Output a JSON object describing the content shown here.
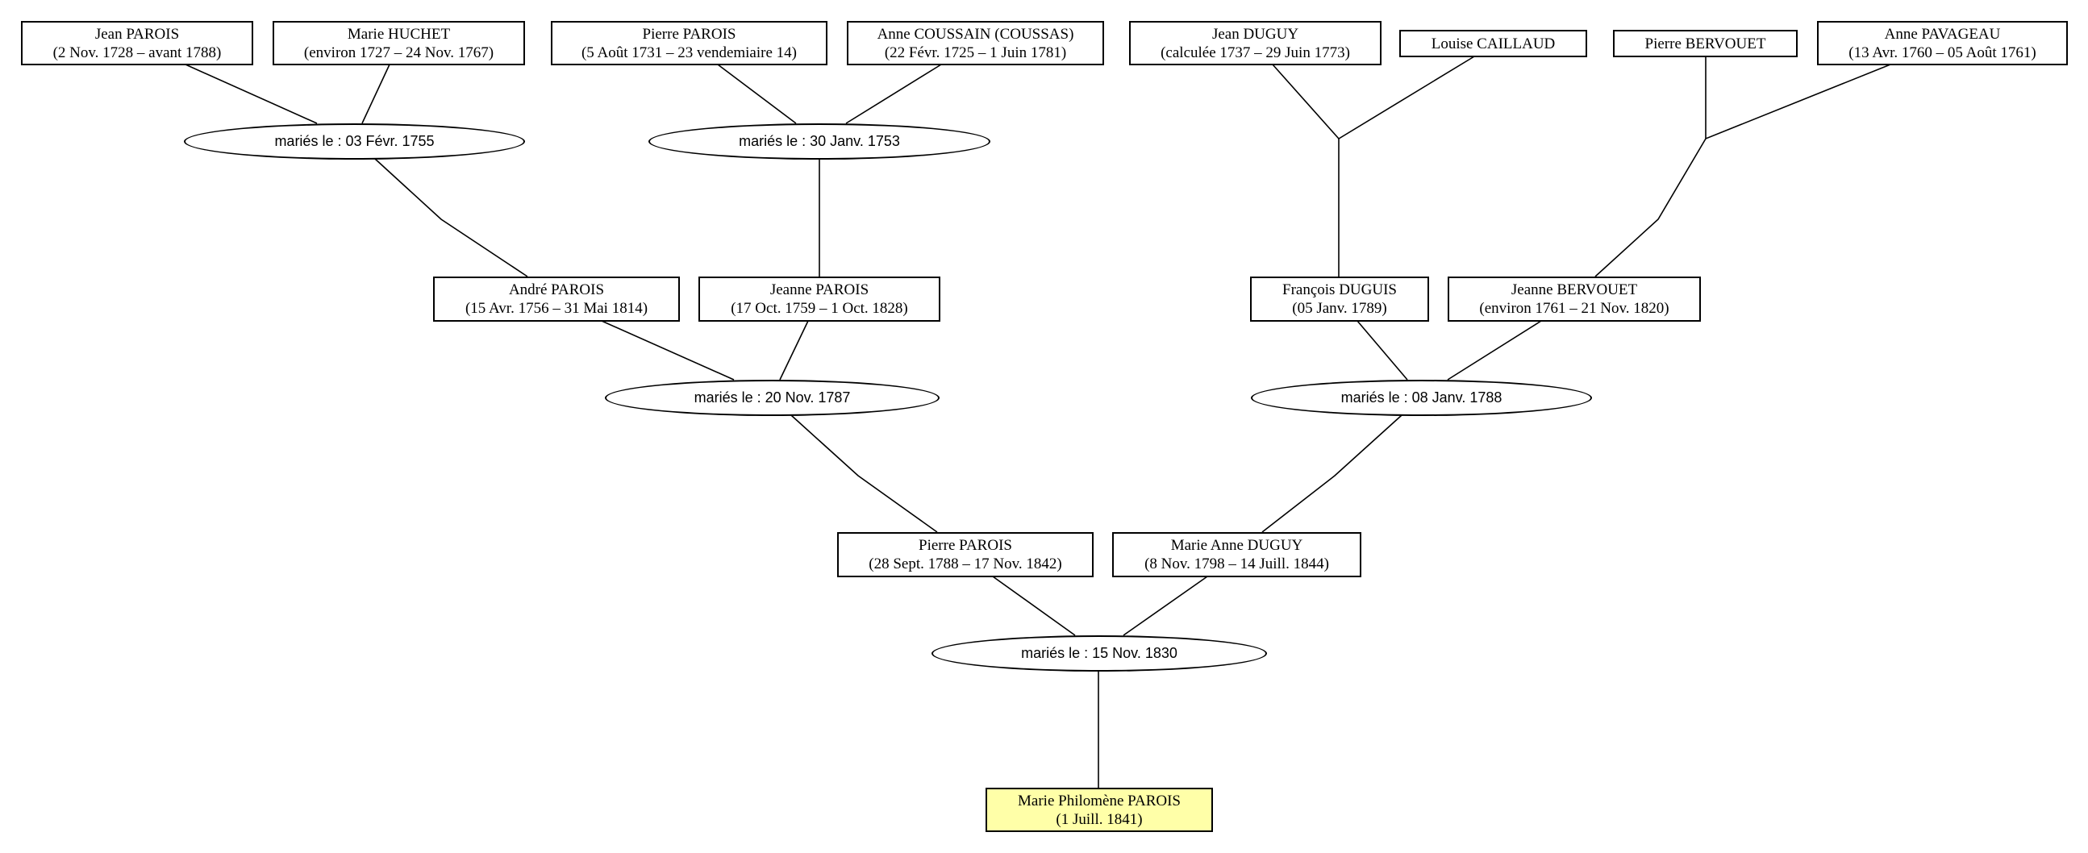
{
  "persons": {
    "jean_parois": {
      "name": "Jean PAROIS",
      "dates": "(2 Nov. 1728 – avant 1788)"
    },
    "marie_huchet": {
      "name": "Marie HUCHET",
      "dates": "(environ 1727 – 24 Nov. 1767)"
    },
    "pierre_parois_1731": {
      "name": "Pierre PAROIS",
      "dates": "(5 Août 1731 – 23 vendemiaire 14)"
    },
    "anne_coussain": {
      "name": "Anne COUSSAIN (COUSSAS)",
      "dates": "(22 Févr. 1725 – 1 Juin 1781)"
    },
    "jean_duguy": {
      "name": "Jean DUGUY",
      "dates": "(calculée 1737 – 29 Juin 1773)"
    },
    "louise_caillaud": {
      "name": "Louise CAILLAUD",
      "dates": ""
    },
    "pierre_bervouet": {
      "name": "Pierre BERVOUET",
      "dates": ""
    },
    "anne_pavageau": {
      "name": "Anne PAVAGEAU",
      "dates": "(13 Avr. 1760 – 05 Août 1761)"
    },
    "andre_parois": {
      "name": "André PAROIS",
      "dates": "(15 Avr. 1756 – 31 Mai 1814)"
    },
    "jeanne_parois": {
      "name": "Jeanne PAROIS",
      "dates": "(17 Oct. 1759 – 1 Oct. 1828)"
    },
    "francois_duguis": {
      "name": "François DUGUIS",
      "dates": "(05 Janv. 1789)"
    },
    "jeanne_bervouet": {
      "name": "Jeanne BERVOUET",
      "dates": "(environ 1761 – 21 Nov. 1820)"
    },
    "pierre_parois_1788": {
      "name": "Pierre PAROIS",
      "dates": "(28 Sept. 1788 – 17 Nov. 1842)"
    },
    "marie_anne_duguy": {
      "name": "Marie Anne DUGUY",
      "dates": "(8 Nov. 1798 – 14 Juill. 1844)"
    },
    "marie_philomene_parois": {
      "name": "Marie Philomène PAROIS",
      "dates": "(1 Juill. 1841)"
    }
  },
  "marriages": {
    "m1755": {
      "label": "mariés le : 03 Févr. 1755"
    },
    "m1753": {
      "label": "mariés le : 30 Janv. 1753"
    },
    "m1787": {
      "label": "mariés le : 20 Nov. 1787"
    },
    "m1788": {
      "label": "mariés le : 08 Janv. 1788"
    },
    "m1830": {
      "label": "mariés le : 15 Nov. 1830"
    }
  },
  "colors": {
    "focus_person": "#ffffa8",
    "line": "#000000",
    "box_fill": "#ffffff"
  }
}
